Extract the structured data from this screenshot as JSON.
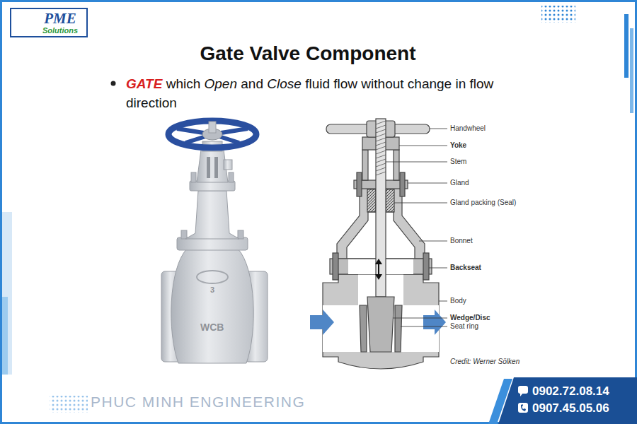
{
  "diagram": {
    "title": "Gate Valve Component",
    "nodes": [
      {
        "text": [
          "PME",
          "Solutions"
        ]
      },
      {
        "text": [
          "0902.72.08.14",
          "0907.45.05.06"
        ]
      }
    ],
    "labels": [
      "GATE which Open and Close fluid flow without change in flow direction",
      "WCB",
      "3",
      "Handwheel",
      "Yoke",
      "Stem",
      "Gland",
      "Gland packing (Seal)",
      "Bonnet",
      "Backseat",
      "Body",
      "Wedge/Disc",
      "Seat ring",
      "Credit: Werner Sölken",
      "PHUC MINH ENGINEERING"
    ]
  }
}
